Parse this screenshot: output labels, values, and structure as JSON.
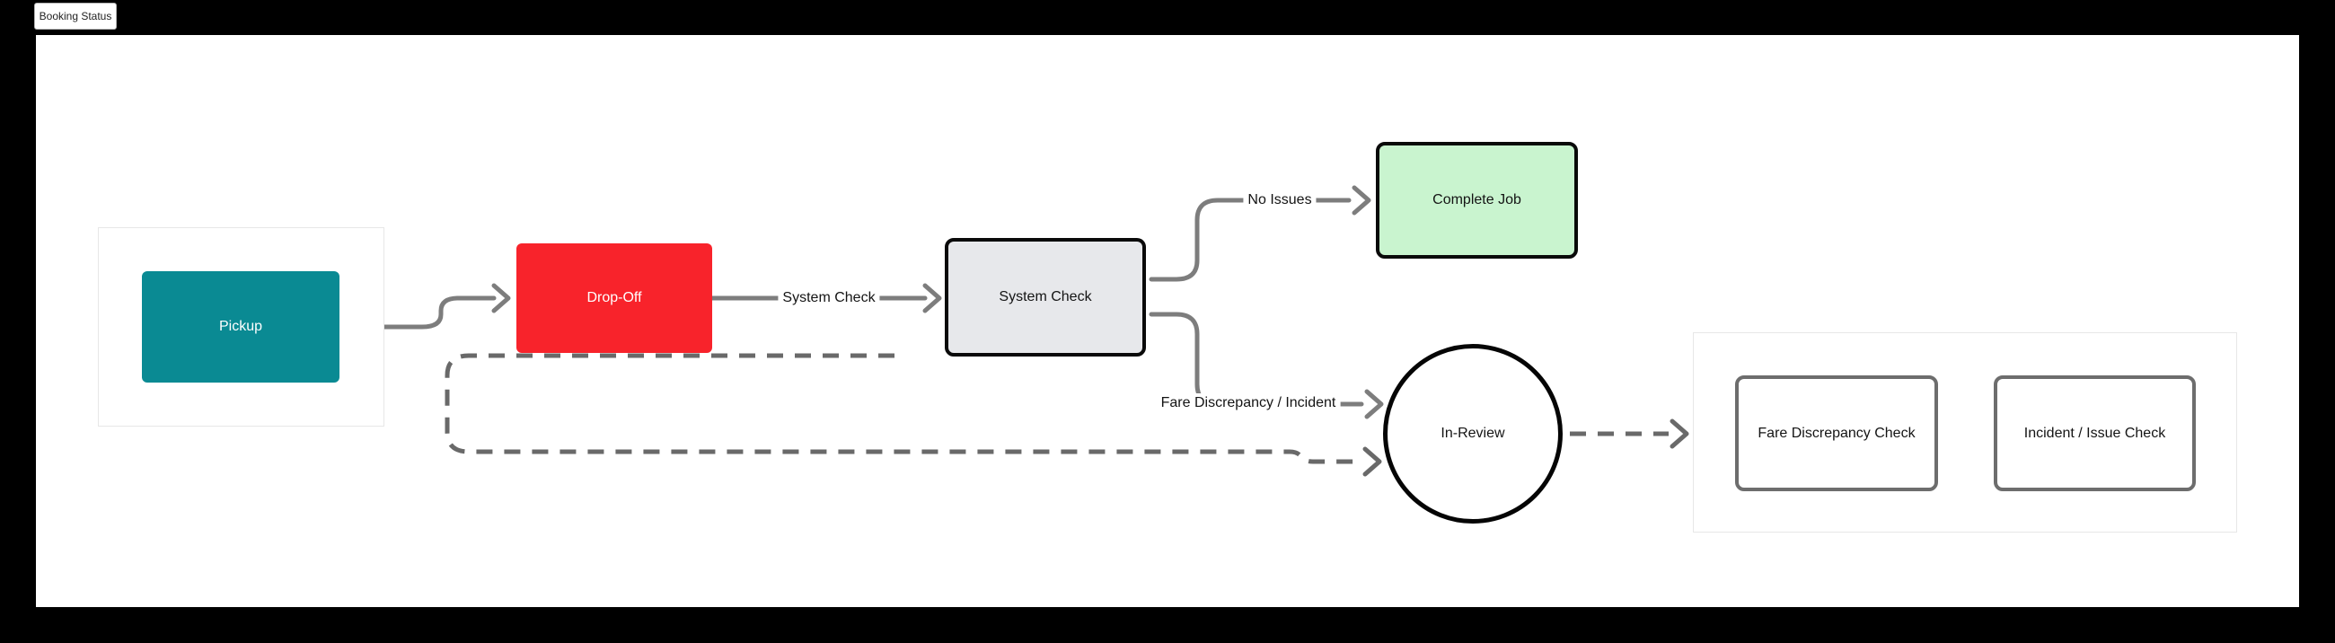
{
  "tab": {
    "label": "Booking Status"
  },
  "diagram": {
    "title": "Booking Status",
    "type": "flowchart",
    "nodes": {
      "pickup": {
        "label": "Pickup",
        "shape": "rectangle",
        "fill": "#0a8a93",
        "text_color": "#ffffff"
      },
      "drop_off": {
        "label": "Drop-Off",
        "shape": "rectangle",
        "fill": "#f8232b",
        "text_color": "#ffffff"
      },
      "system_check": {
        "label": "System Check",
        "shape": "rounded-rectangle",
        "fill": "#e7e8eb",
        "border_color": "#0a0a0a"
      },
      "complete_job": {
        "label": "Complete Job",
        "shape": "rounded-rectangle",
        "fill": "#c9f4cf",
        "border_color": "#0a0a0a"
      },
      "in_review": {
        "label": "In-Review",
        "shape": "circle",
        "fill": "#ffffff",
        "border_color": "#050505"
      },
      "fare_discrepancy_check": {
        "label": "Fare Discrepancy Check",
        "shape": "rounded-rectangle",
        "fill": "#ffffff",
        "border_color": "#6d6d6d"
      },
      "incident_issue_check": {
        "label": "Incident / Issue Check",
        "shape": "rounded-rectangle",
        "fill": "#ffffff",
        "border_color": "#6d6d6d"
      }
    },
    "groups": [
      {
        "contains": [
          "pickup"
        ]
      },
      {
        "contains": [
          "fare_discrepancy_check",
          "incident_issue_check"
        ]
      }
    ],
    "edges": [
      {
        "from": "pickup",
        "to": "drop_off",
        "style": "solid",
        "label": ""
      },
      {
        "from": "drop_off",
        "to": "system_check",
        "style": "solid",
        "label": "System Check"
      },
      {
        "from": "system_check",
        "to": "complete_job",
        "style": "solid",
        "label": "No Issues"
      },
      {
        "from": "system_check",
        "to": "in_review",
        "style": "solid",
        "label": "Fare Discrepancy / Incident"
      },
      {
        "from": "loop-back",
        "to": "in_review",
        "style": "dashed",
        "label": ""
      },
      {
        "from": "in_review",
        "to": "review-group",
        "style": "dashed",
        "label": ""
      },
      {
        "from": "fare_discrepancy_check",
        "to": "incident_issue_check",
        "style": "solid",
        "label": ""
      }
    ],
    "edge_labels": {
      "system_check": "System Check",
      "no_issues": "No Issues",
      "fare_discrepancy_incident": "Fare Discrepancy / Incident"
    },
    "colors": {
      "page_background": "#000000",
      "canvas_background": "#ffffff",
      "edge_solid": "#7d7d7d",
      "edge_dashed": "#696969",
      "pickup_fill": "#0a8a93",
      "drop_off_fill": "#f8232b",
      "system_check_fill": "#e7e8eb",
      "complete_job_fill": "#c9f4cf",
      "group_border": "#e7e7e7"
    }
  }
}
